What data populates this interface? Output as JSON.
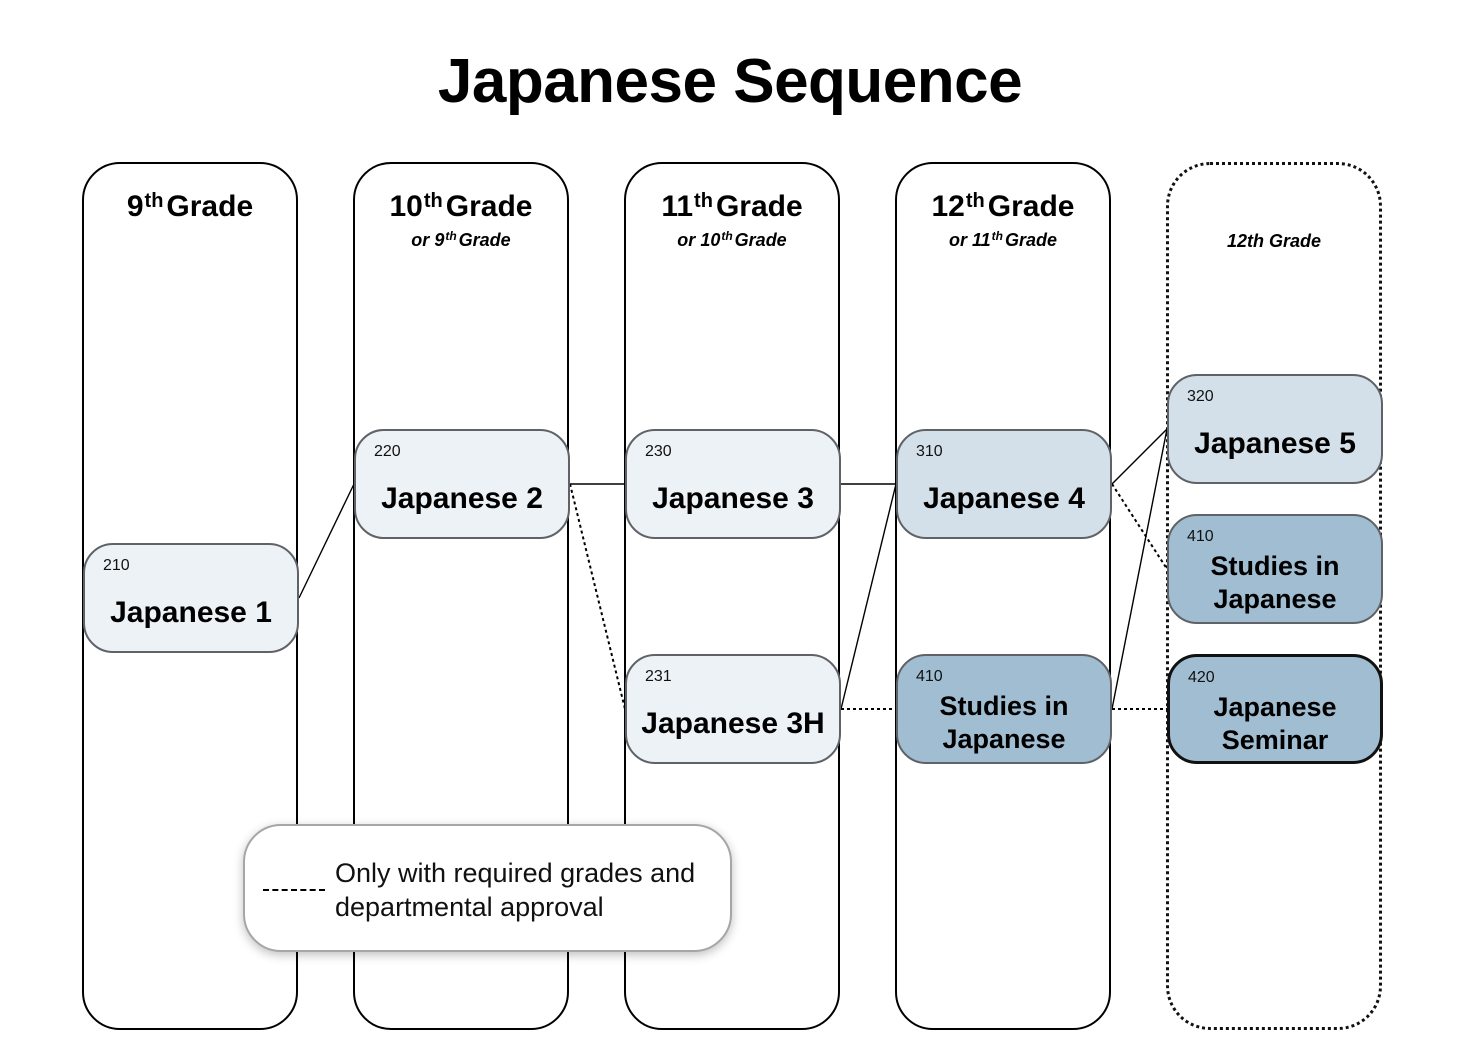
{
  "title": "Japanese Sequence",
  "columns": [
    {
      "grade": "9",
      "suffix": "th",
      "word": "Grade",
      "sub_prefix": "",
      "sub_grade": "",
      "sub_suffix": "",
      "sub_word": ""
    },
    {
      "grade": "10",
      "suffix": "th",
      "word": "Grade",
      "sub_prefix": "or ",
      "sub_grade": "9",
      "sub_suffix": "th",
      "sub_word": "Grade"
    },
    {
      "grade": "11",
      "suffix": "th",
      "word": "Grade",
      "sub_prefix": "or ",
      "sub_grade": "10",
      "sub_suffix": "th",
      "sub_word": "Grade"
    },
    {
      "grade": "12",
      "suffix": "th",
      "word": "Grade",
      "sub_prefix": "or ",
      "sub_grade": "11",
      "sub_suffix": "th",
      "sub_word": "Grade"
    },
    {
      "sub_label": "12th Grade"
    }
  ],
  "courses": {
    "japanese1": {
      "code": "210",
      "name": "Japanese 1"
    },
    "japanese2": {
      "code": "220",
      "name": "Japanese 2"
    },
    "japanese3": {
      "code": "230",
      "name": "Japanese 3"
    },
    "japanese3h": {
      "code": "231",
      "name": "Japanese 3H"
    },
    "japanese4": {
      "code": "310",
      "name": "Japanese 4"
    },
    "studies12": {
      "code": "410",
      "name_line1": "Studies in",
      "name_line2": "Japanese"
    },
    "japanese5": {
      "code": "320",
      "name": "Japanese 5"
    },
    "studies_extra": {
      "code": "410",
      "name_line1": "Studies in",
      "name_line2": "Japanese"
    },
    "seminar": {
      "code": "420",
      "name_line1": "Japanese",
      "name_line2": "Seminar"
    }
  },
  "connections": [
    {
      "from": "japanese1",
      "to": "japanese2",
      "style": "solid"
    },
    {
      "from": "japanese2",
      "to": "japanese3",
      "style": "solid"
    },
    {
      "from": "japanese2",
      "to": "japanese3h",
      "style": "dotted"
    },
    {
      "from": "japanese3",
      "to": "japanese4",
      "style": "solid"
    },
    {
      "from": "japanese3h",
      "to": "japanese4",
      "style": "solid"
    },
    {
      "from": "japanese3h",
      "to": "studies12",
      "style": "dotted"
    },
    {
      "from": "japanese4",
      "to": "japanese5",
      "style": "solid"
    },
    {
      "from": "japanese4",
      "to": "studies_extra",
      "style": "dotted"
    },
    {
      "from": "studies12",
      "to": "japanese5",
      "style": "solid"
    },
    {
      "from": "studies12",
      "to": "seminar",
      "style": "dotted"
    }
  ],
  "legend": {
    "text_line1": "Only with required grades and",
    "text_line2": "departmental approval"
  }
}
